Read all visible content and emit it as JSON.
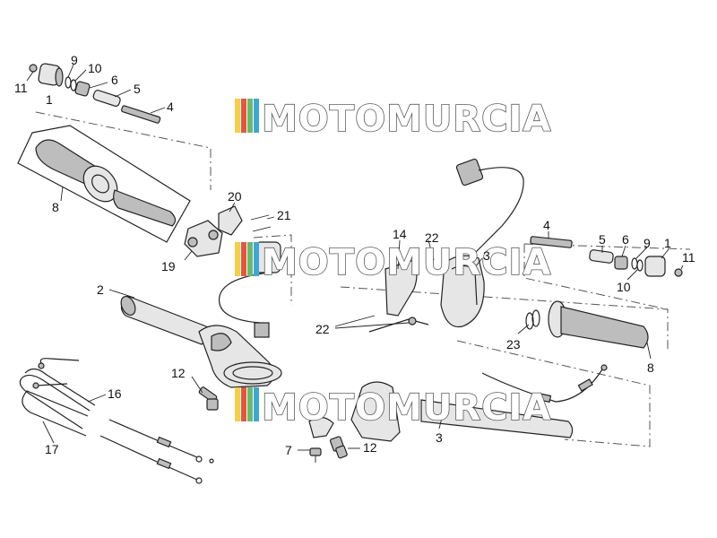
{
  "watermark": {
    "text": "MOTOMURCIA",
    "colors": [
      "#f2d04a",
      "#e7553e",
      "#6db86b",
      "#3fa7d6"
    ]
  },
  "labels": {
    "l11a": "11",
    "l9a": "9",
    "l10a": "10",
    "l6a": "6",
    "l1a": "1",
    "l5a": "5",
    "l4a": "4",
    "l8a": "8",
    "l20": "20",
    "l21": "21",
    "l19": "19",
    "l14": "14",
    "l22a": "22",
    "l3a": "3",
    "l4b": "4",
    "l5b": "5",
    "l6b": "6",
    "l9b": "9",
    "l1b": "1",
    "l11b": "11",
    "l10b": "10",
    "l2": "2",
    "l22b": "22",
    "l23": "23",
    "l8b": "8",
    "l12a": "12",
    "l16": "16",
    "l17": "17",
    "l7": "7",
    "l12b": "12",
    "l3b": "3"
  }
}
